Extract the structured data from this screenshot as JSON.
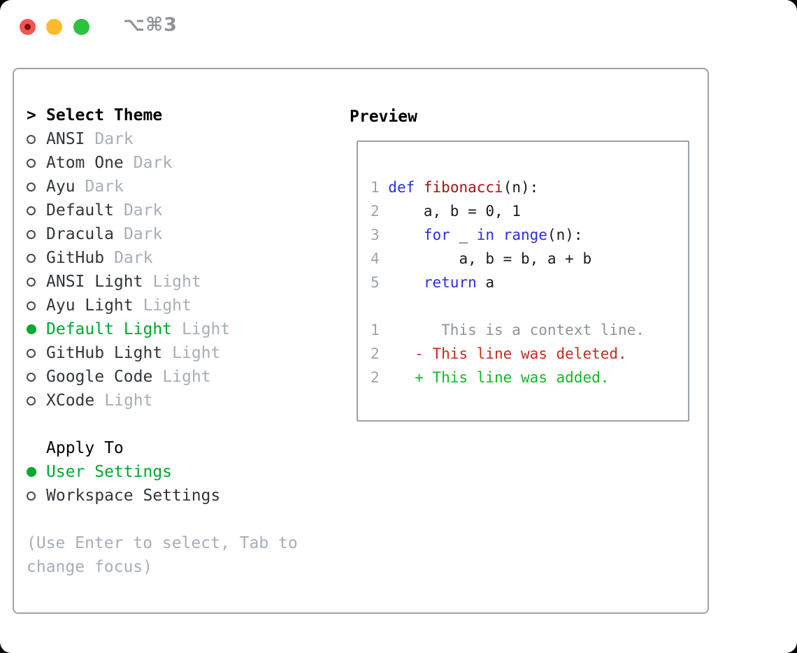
{
  "window": {
    "hotkey": "⌥⌘3"
  },
  "theme_picker": {
    "prompt": ">",
    "title": "Select Theme",
    "themes": [
      {
        "name": "ANSI",
        "variant": "Dark",
        "selected": false
      },
      {
        "name": "Atom One",
        "variant": "Dark",
        "selected": false
      },
      {
        "name": "Ayu",
        "variant": "Dark",
        "selected": false
      },
      {
        "name": "Default",
        "variant": "Dark",
        "selected": false
      },
      {
        "name": "Dracula",
        "variant": "Dark",
        "selected": false
      },
      {
        "name": "GitHub",
        "variant": "Dark",
        "selected": false
      },
      {
        "name": "ANSI Light",
        "variant": "Light",
        "selected": false
      },
      {
        "name": "Ayu Light",
        "variant": "Light",
        "selected": false
      },
      {
        "name": "Default Light",
        "variant": "Light",
        "selected": true
      },
      {
        "name": "GitHub Light",
        "variant": "Light",
        "selected": false
      },
      {
        "name": "Google Code",
        "variant": "Light",
        "selected": false
      },
      {
        "name": "XCode",
        "variant": "Light",
        "selected": false
      }
    ],
    "apply_to": {
      "title": "Apply To",
      "options": [
        {
          "label": "User Settings",
          "selected": true
        },
        {
          "label": "Workspace Settings",
          "selected": false
        }
      ]
    },
    "hint_lines": [
      "(Use Enter to select, Tab to",
      "change focus)"
    ]
  },
  "preview": {
    "title": "Preview",
    "lines": [
      {
        "num": "1",
        "segments": [
          [
            "def",
            "kw"
          ],
          [
            " ",
            "code"
          ],
          [
            "fibonacci",
            "fn"
          ],
          [
            "(n):",
            "code"
          ]
        ]
      },
      {
        "num": "2",
        "segments": [
          [
            "    a, b = 0, 1",
            "code"
          ]
        ]
      },
      {
        "num": "3",
        "segments": [
          [
            "    ",
            "code"
          ],
          [
            "for",
            "kw"
          ],
          [
            " _ ",
            "code"
          ],
          [
            "in",
            "kw"
          ],
          [
            " ",
            "code"
          ],
          [
            "range",
            "kw"
          ],
          [
            "(n):",
            "code"
          ]
        ]
      },
      {
        "num": "4",
        "segments": [
          [
            "        a, b = b, a + b",
            "code"
          ]
        ]
      },
      {
        "num": "5",
        "segments": [
          [
            "    ",
            "code"
          ],
          [
            "return",
            "kw"
          ],
          [
            " a",
            "code"
          ]
        ]
      },
      {
        "num": "",
        "segments": []
      },
      {
        "num": "1",
        "segments": [
          [
            "      This is a context line.",
            "ctx"
          ]
        ]
      },
      {
        "num": "2",
        "segments": [
          [
            "   - This line was deleted.",
            "del"
          ]
        ]
      },
      {
        "num": "2",
        "segments": [
          [
            "   + This line was added.",
            "add"
          ]
        ]
      }
    ]
  },
  "colors": {
    "accent_green": "#00a82f",
    "added_green": "#0cbc22",
    "deleted_red": "#c92a1c",
    "function_red": "#a31414",
    "keyword_blue": "#2a2ee2",
    "line_number_gray": "#9aa3ad",
    "context_gray": "#8d949c",
    "code_black": "#1a1a1a",
    "muted_gray": "#a6aeb8",
    "text_dark": "#30363c",
    "border_gray": "#9aa2ac",
    "hotkey_gray": "#909499",
    "traffic_red": "#f4544d",
    "traffic_yellow": "#fcbb2d",
    "traffic_green": "#2dc23e",
    "close_dot": "#7d100c"
  }
}
